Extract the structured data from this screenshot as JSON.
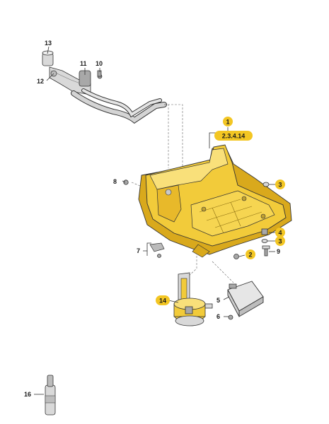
{
  "callouts": {
    "c1": "1",
    "c1_sub": "2.3.4.14",
    "c2": "2",
    "c3a": "3",
    "c3b": "3",
    "c4": "4",
    "c5": "5",
    "c6": "6",
    "c7": "7",
    "c8": "8",
    "c9": "9",
    "c10": "10",
    "c11": "11",
    "c12": "12",
    "c13": "13",
    "c14": "14",
    "c16": "16"
  },
  "colors": {
    "highlight": "#f3c623",
    "tank": "#f2cb3a",
    "tank_shadow": "#d9a91c",
    "tank_light": "#f9e07a",
    "metal": "#d9d9d9"
  }
}
